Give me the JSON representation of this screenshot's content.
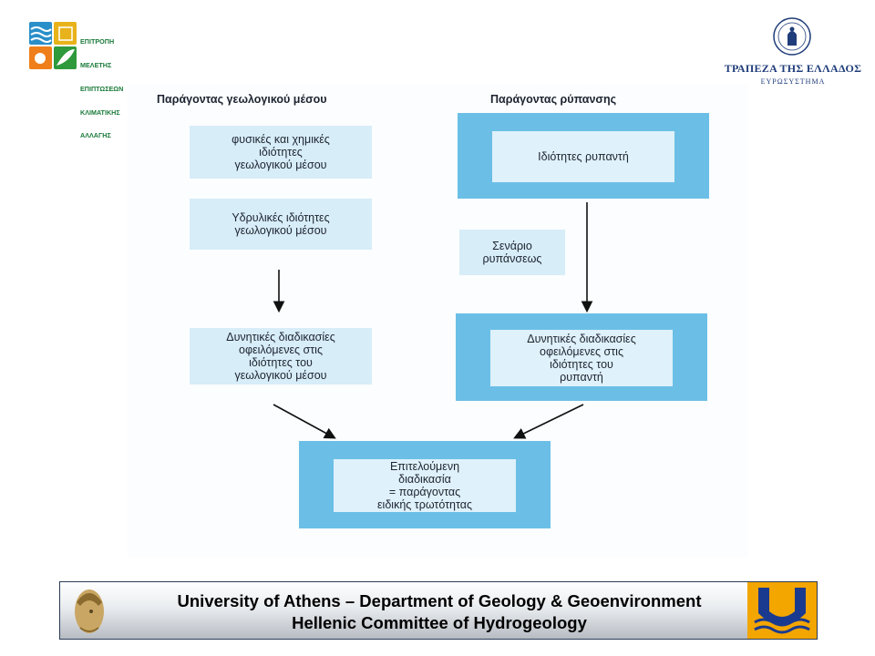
{
  "logo_left": {
    "lines": [
      "ΕΠΙΤΡΟΠΗ",
      "ΜΕΛΕΤΗΣ",
      "ΕΠΙΠΤΩΣΕΩΝ",
      "ΚΛΙΜΑΤΙΚΗΣ",
      "ΑΛΛΑΓΗΣ"
    ],
    "colors": {
      "blue": "#2a8fc9",
      "yellow": "#e8b31a",
      "orange": "#ef7f1a",
      "green": "#2f9a3c"
    }
  },
  "logo_right": {
    "name": "ΤΡΑΠΕΖΑ ΤΗΣ ΕΛΛΑΔΟΣ",
    "sub": "ΕΥΡΩΣΥΣΤΗΜΑ"
  },
  "diagram": {
    "header_left": "Παράγοντας γεωλογικού μέσου",
    "header_right": "Παράγοντας ρύπανσης",
    "box_physical": "φυσικές και χημικές\nιδιότητες\nγεωλογικού μέσου",
    "box_hydraulic": "Υδρυλικές ιδιότητες\nγεωλογικού μέσου",
    "box_pollutant": "Ιδιότητες ρυπαντή",
    "box_scenario": "Σενάριο\nρυπάνσεως",
    "box_processes_geo": "Δυνητικές διαδικασίες\nοφειλόμενες στις\nιδιότητες του\nγεωλογικού μέσου",
    "box_processes_pol": "Δυνητικές διαδικασίες\nοφειλόμενες στις\nιδιότητες του\nρυπαντή",
    "box_result": "Επιτελούμενη\nδιαδικασία\n= παράγοντας\nειδικής τρωτότητας",
    "colors": {
      "outer": "#6bbfe6",
      "inner": "#dff1fa"
    }
  },
  "banner": {
    "line1": "University of Athens – Department of Geology & Geoenvironment",
    "line2": "Hellenic Committee of Hydrogeology"
  }
}
